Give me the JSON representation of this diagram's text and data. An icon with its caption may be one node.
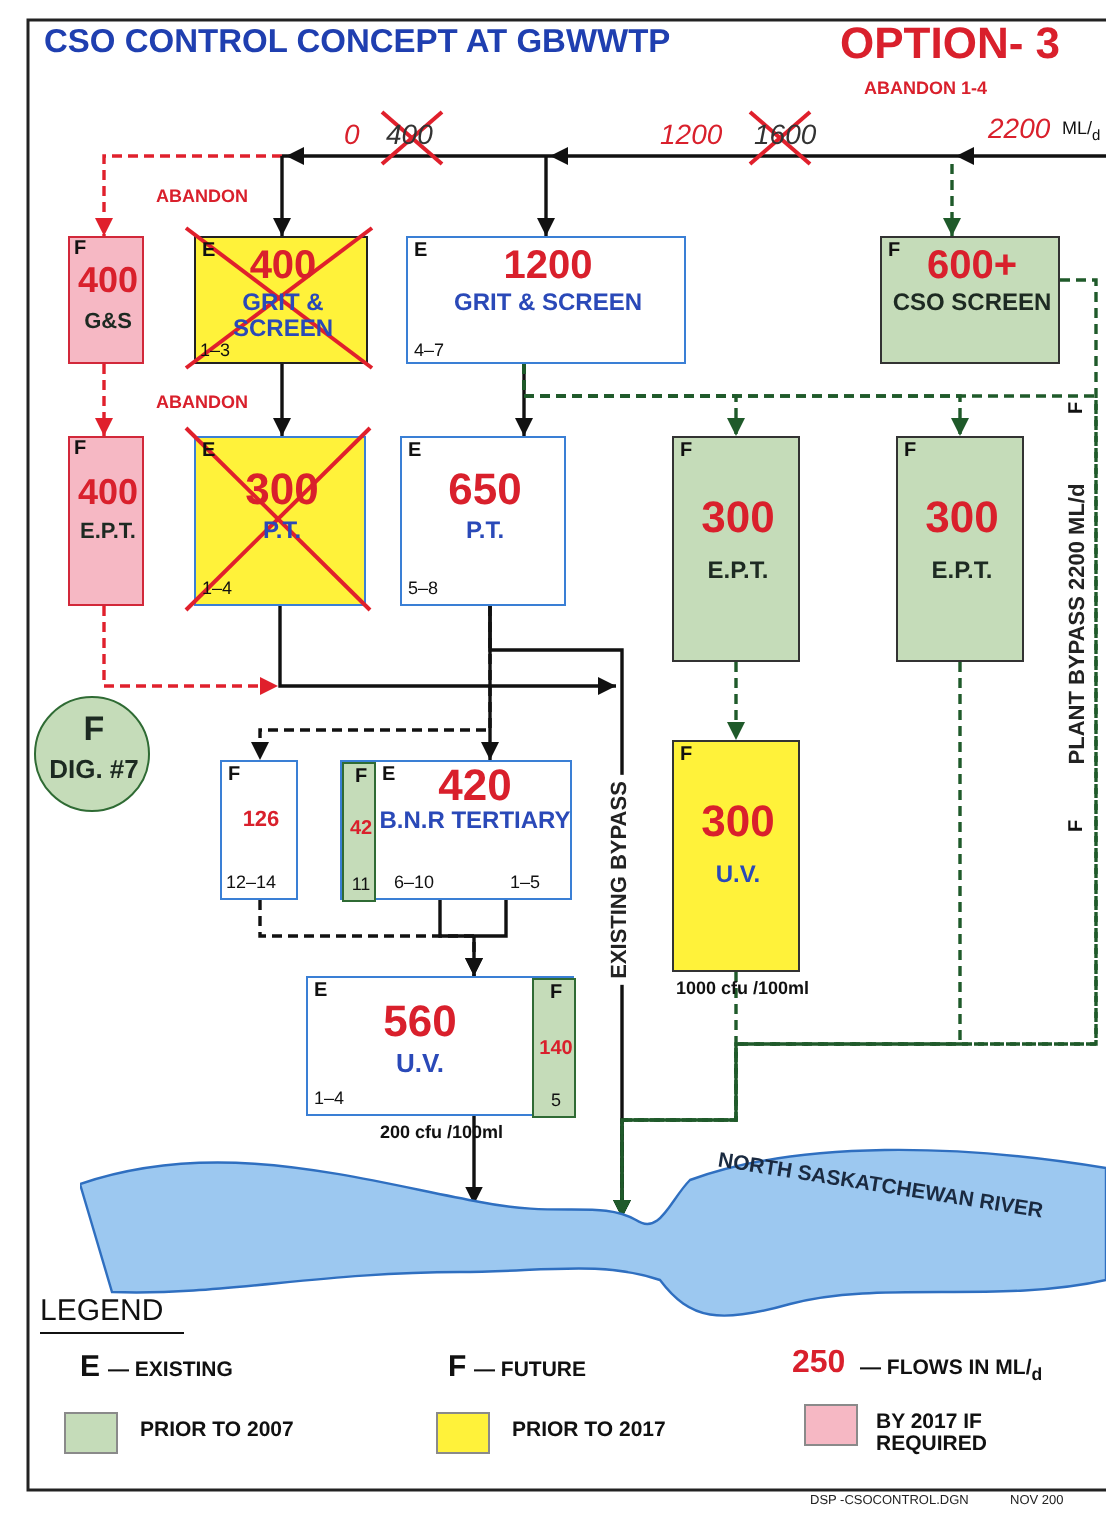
{
  "diagram": {
    "title": "CSO CONTROL CONCEPT AT GBWWTP",
    "nodes": [
      {
        "text": [
          "F",
          "400",
          "G&S"
        ]
      },
      {
        "text": [
          "E",
          "400",
          "GRIT & SCREEN",
          "1–3"
        ]
      },
      {
        "text": [
          "E",
          "1200",
          "GRIT & SCREEN",
          "4–7"
        ]
      },
      {
        "text": [
          "F",
          "600+",
          "CSO SCREEN"
        ]
      },
      {
        "text": [
          "F",
          "400",
          "E.P.T."
        ]
      },
      {
        "text": [
          "E",
          "300",
          "P.T.",
          "1–4"
        ]
      },
      {
        "text": [
          "E",
          "650",
          "P.T.",
          "5–8"
        ]
      },
      {
        "text": [
          "F",
          "300",
          "E.P.T."
        ]
      },
      {
        "text": [
          "F",
          "300",
          "E.P.T."
        ]
      },
      {
        "text": [
          "F",
          "DIG. #7"
        ]
      },
      {
        "text": [
          "F",
          "126",
          "12–14"
        ]
      },
      {
        "text": [
          "E",
          "420",
          "B.N.R TERTIARY",
          "6–10",
          "1–5"
        ]
      },
      {
        "text": [
          "F",
          "42",
          "11"
        ],
        "in": 11
      },
      {
        "text": [
          "E",
          "560",
          "U.V.",
          "1–4"
        ],
        "beside": [
          "200 cfu /100ml"
        ]
      },
      {
        "text": [
          "F",
          "140",
          "5"
        ],
        "in": 13
      },
      {
        "text": [
          "F",
          "300",
          "U.V."
        ],
        "beside": [
          "1000 cfu /100ml"
        ]
      },
      {
        "text": [
          "NORTH SASKATCHEWAN RIVER"
        ]
      }
    ],
    "edges": [
      {
        "from": null,
        "to": 0,
        "arrow": "to",
        "style": "dashed",
        "color": "#e0202c"
      },
      {
        "from": null,
        "to": 1,
        "arrow": "to"
      },
      {
        "from": null,
        "to": 2,
        "arrow": "to"
      },
      {
        "from": null,
        "to": 3,
        "arrow": "to",
        "style": "dashed",
        "color": "#1f5a2a"
      },
      {
        "from": 0,
        "to": 4,
        "arrow": "to",
        "style": "dashed",
        "color": "#e0202c"
      },
      {
        "from": 1,
        "to": 5,
        "arrow": "to"
      },
      {
        "from": 2,
        "to": 6,
        "arrow": "to"
      },
      {
        "from": 2,
        "to": 7,
        "arrow": "to",
        "style": "dashed",
        "color": "#1f5a2a"
      },
      {
        "from": 2,
        "to": 8,
        "arrow": "to",
        "style": "dashed",
        "color": "#1f5a2a"
      },
      {
        "from": 2,
        "to": 16,
        "arrow": "to",
        "style": "dashed",
        "color": "#1f5a2a"
      },
      {
        "from": 3,
        "to": 16,
        "arrow": "to",
        "style": "dashed",
        "color": "#1f5a2a",
        "label": "PLANT BYPASS 2200 ML/d"
      },
      {
        "from": 4,
        "to": null,
        "arrow": "to",
        "style": "dashed",
        "color": "#e0202c"
      },
      {
        "from": 5,
        "to": null,
        "arrow": "to"
      },
      {
        "from": 6,
        "to": 11,
        "arrow": "to"
      },
      {
        "from": 6,
        "to": 10,
        "arrow": "to",
        "style": "dashed"
      },
      {
        "from": 6,
        "to": 16,
        "arrow": "to",
        "label": "EXISTING BYPASS"
      },
      {
        "from": 7,
        "to": 15,
        "arrow": "to",
        "style": "dashed",
        "color": "#1f5a2a"
      },
      {
        "from": 15,
        "to": 16,
        "arrow": "to",
        "style": "dashed",
        "color": "#1f5a2a"
      },
      {
        "from": 8,
        "to": 16,
        "arrow": "to",
        "style": "dashed",
        "color": "#1f5a2a"
      },
      {
        "from": 11,
        "to": 13,
        "arrow": "to"
      },
      {
        "from": 10,
        "to": 13,
        "arrow": "to",
        "style": "dashed"
      },
      {
        "from": 13,
        "to": 16,
        "arrow": "to"
      }
    ],
    "labels": [
      "OPTION- 3",
      "ABANDON 1-4",
      "0",
      "400",
      "1200",
      "1600",
      "2200",
      "ML/$_{d}$",
      "ABANDON",
      "ABANDON",
      "F",
      "F",
      "LEGEND",
      "E",
      "— EXISTING",
      "F",
      "— FUTURE",
      "250",
      "— FLOWS IN ML/$_{d}$",
      "DSP -CSOCONTROL.DGN",
      "NOV 200"
    ],
    "legend": [
      {
        "text": "PRIOR TO 2007",
        "color": "#c5dcb9"
      },
      {
        "text": "PRIOR TO 2017",
        "color": "#fff23a"
      },
      {
        "text": "BY 2017 IF REQUIRED",
        "color": "#f6b8c4"
      }
    ]
  }
}
